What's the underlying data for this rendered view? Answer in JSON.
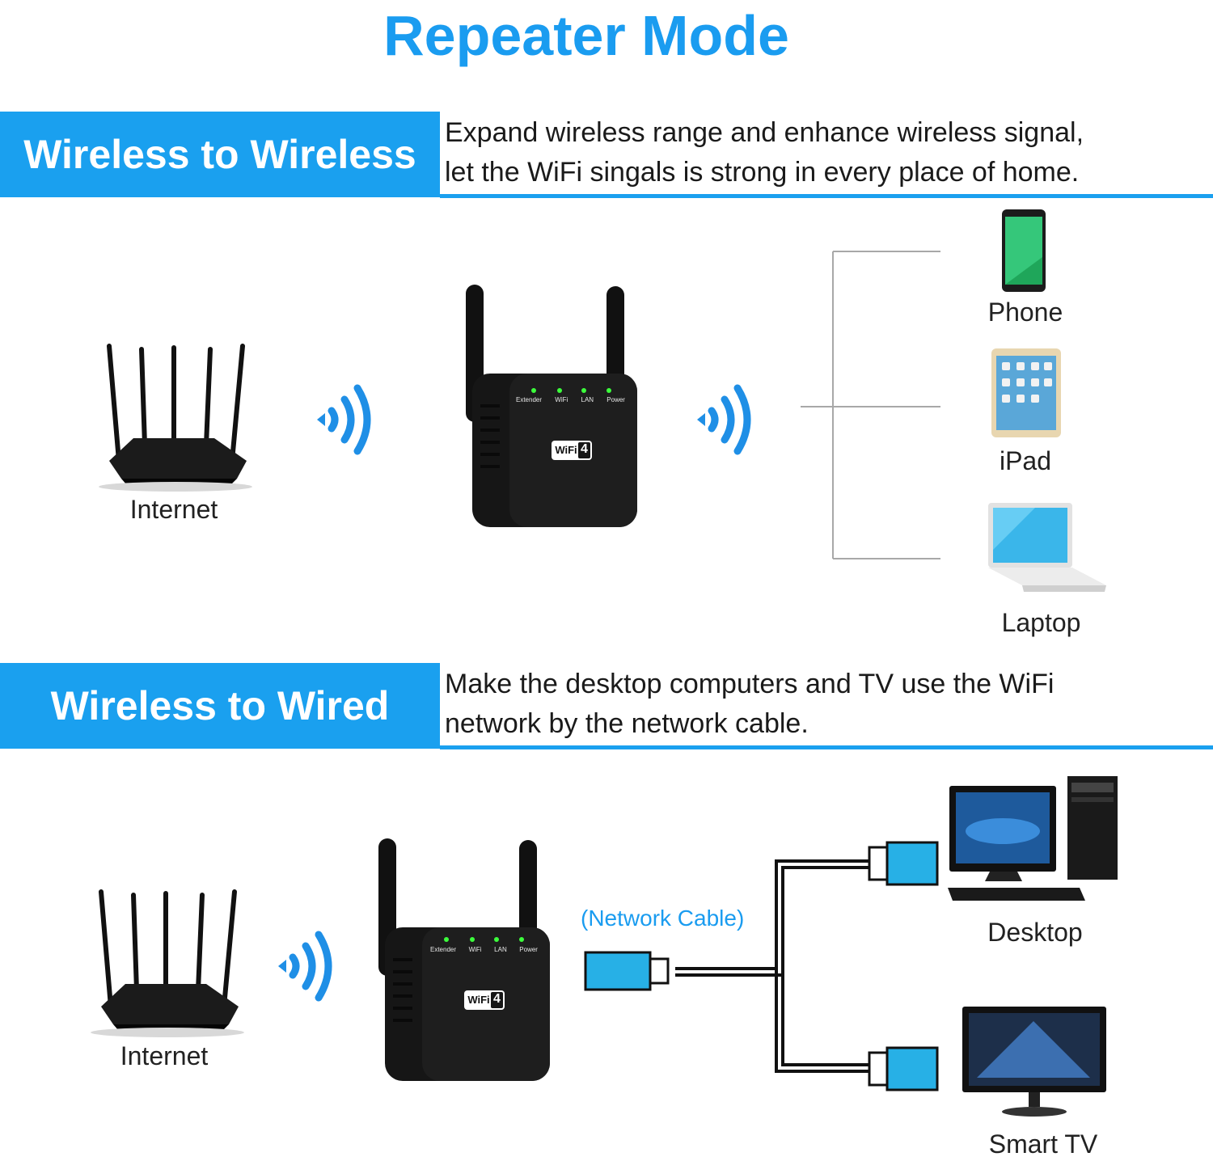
{
  "title": "Repeater Mode",
  "section1": {
    "banner": "Wireless to Wireless",
    "desc_line1": "Expand wireless range and enhance wireless signal,",
    "desc_line2": "let the WiFi singals is strong in every place of home.",
    "router_label": "Internet",
    "devices": [
      "Phone",
      "iPad",
      "Laptop"
    ]
  },
  "section2": {
    "banner": "Wireless to Wired",
    "desc_line1": "Make the desktop computers and TV use the WiFi",
    "desc_line2": "network by the network cable.",
    "router_label": "Internet",
    "cable_label": "(Network Cable)",
    "devices": [
      "Desktop",
      "Smart TV"
    ]
  },
  "extender": {
    "leds": [
      "Extender",
      "WiFi",
      "LAN",
      "Power"
    ],
    "badge_text": "WiFi",
    "badge_num": "4"
  },
  "colors": {
    "accent": "#1aa0ef",
    "wave": "#1f8fe6",
    "led": "#3cff3c",
    "device": "#151515",
    "connector": "#27b0e6"
  }
}
